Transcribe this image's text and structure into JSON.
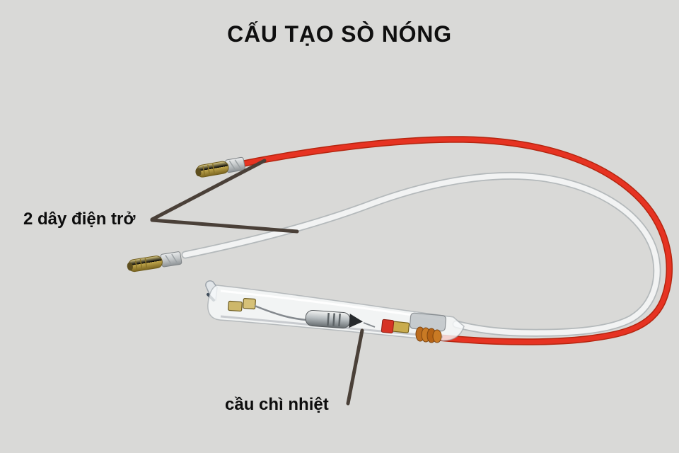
{
  "title": "CẤU TẠO SÒ NÓNG",
  "callouts": {
    "resistor_wires": "2 dây điện trở",
    "thermal_fuse": "cầu chì nhiệt"
  },
  "colors": {
    "background": "#d9d9d7",
    "text": "#0f0f0f",
    "callout_line": "#4a4038",
    "wire_red": "#e63322",
    "wire_red_shade": "#b5250f",
    "wire_white": "#f2f3f3",
    "wire_white_shade": "#b4b9bb",
    "brass": "#c9ac4e",
    "fuse_metal": "#9aa0a4",
    "coil_copper": "#bc6c1d"
  }
}
